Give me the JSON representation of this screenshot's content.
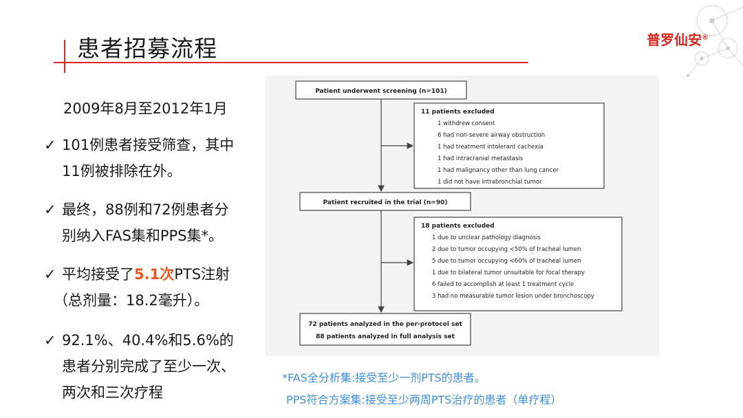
{
  "header": {
    "title": "患者招募流程"
  },
  "logo": {
    "name": "普罗仙安",
    "reg": "®"
  },
  "left": {
    "date": "2009年8月至2012年1月",
    "check": "✓",
    "b1": {
      "l1": "101例患者接受筛查，其中",
      "l2": "11例被排除在外。"
    },
    "b2": {
      "l1": "最终，88例和72例患者分",
      "l2": "别纳入FAS集和PPS集*。"
    },
    "b3": {
      "l1a": "平均接受了",
      "l1b": "5.1次",
      "l1c": "PTS注射",
      "l2": "（总剂量：18.2毫升）。"
    },
    "b4": {
      "l1": "92.1%、40.4%和5.6%的",
      "l2": "患者分别完成了至少一次、",
      "l3": "两次和三次疗程"
    }
  },
  "flow": {
    "screening": "Patient underwent screening (n=101)",
    "excl1_title": "11 patients excluded",
    "excl1_items": [
      "1 withdrew consent",
      "6 had non-severe airway obstruction",
      "1 had treatment intolerant cachexia",
      "1 had intracranial metastasis",
      "1 had malignancy other than lung cancer",
      "1 did not have intrabronchial tumor"
    ],
    "recruited": "Patient recruited in the trial (n=90)",
    "excl2_title": "18 patients excluded",
    "excl2_items": [
      "1 due to unclear pathology diagnosis",
      "2 due to tumor occupying <50% of tracheal lumen",
      "5 due to tumor occupying <60% of tracheal lumen",
      "1 due to bilateral tumor unsuitable for focal therapy",
      "6 failed to accomplish at least 1 treatment cycle",
      "3 had no measurable tumor lesion under bronchoscopy"
    ],
    "final_l1": "72 patients analyzed in the per-protocol set",
    "final_l2": "88 patients analyzed in full analysis set"
  },
  "notes": {
    "fas": "*FAS全分析集:接受至少一剂PTS的患者。",
    "pps": "PPS符合方案集:接受至少两周PTS治疗的患者（单疗程）"
  },
  "colors": {
    "accent": "#d7261e",
    "highlight": "#e9561d",
    "note": "#3d8fd6"
  }
}
